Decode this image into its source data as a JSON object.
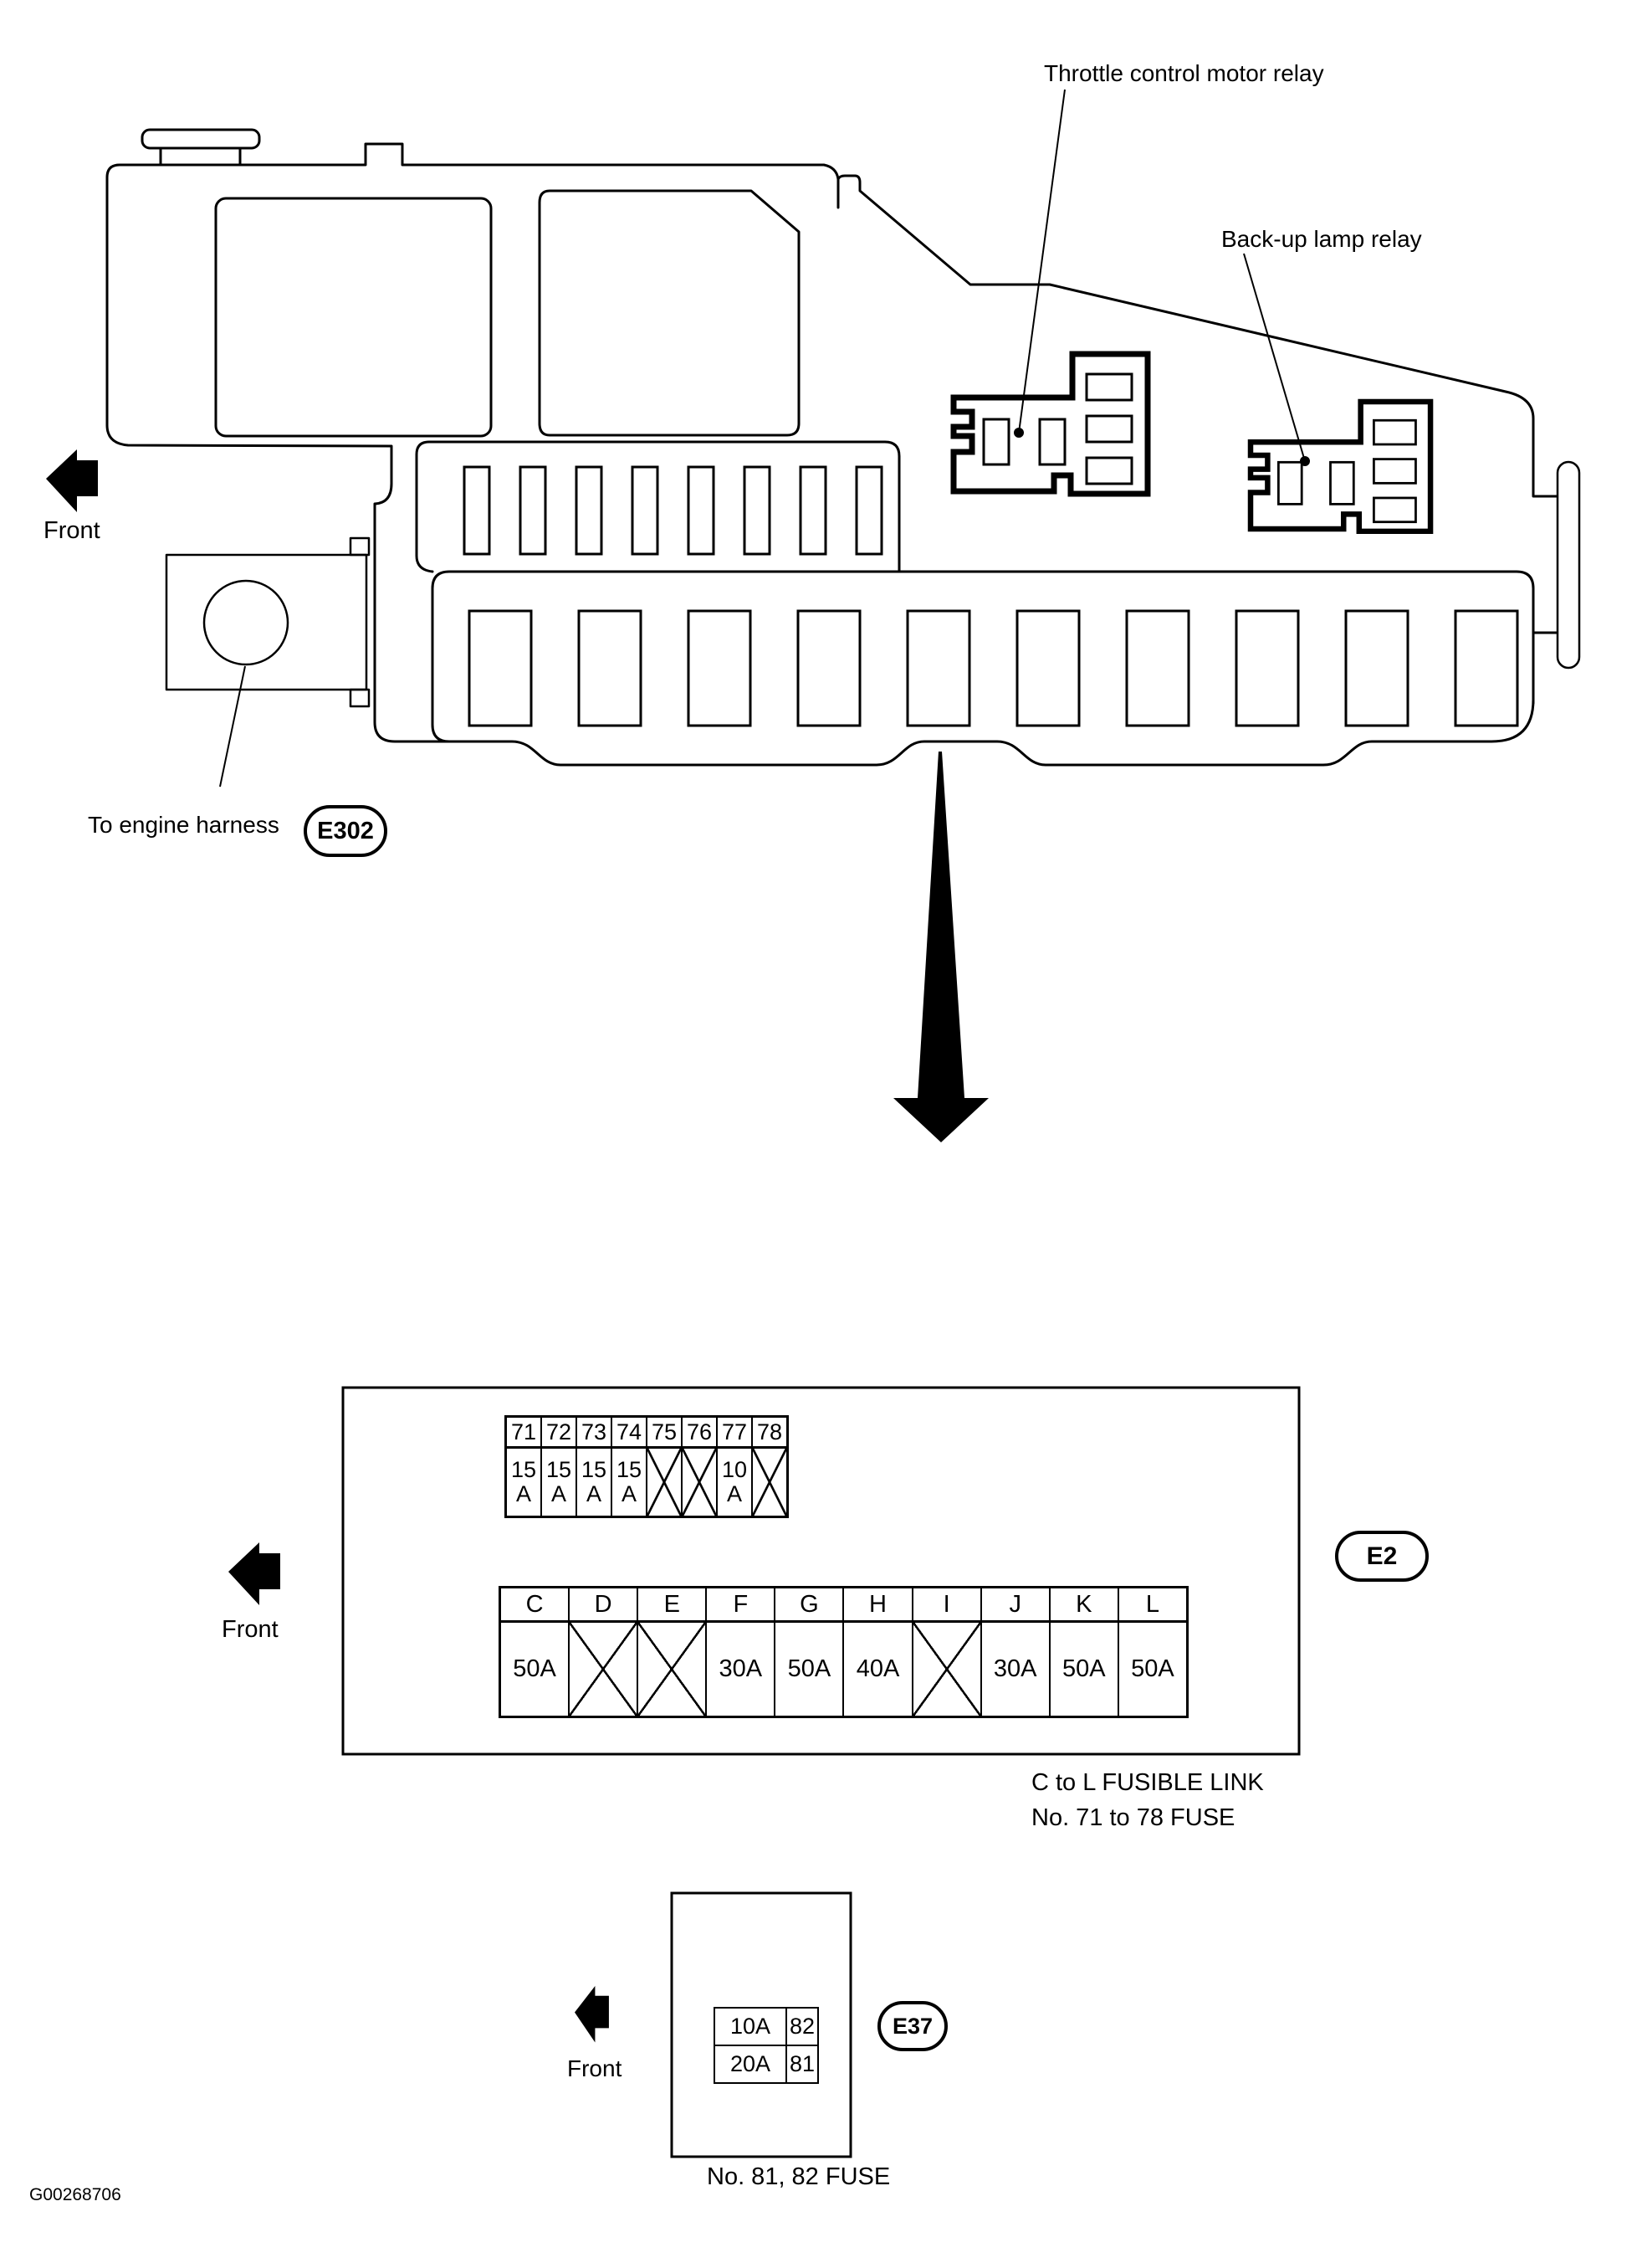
{
  "page": {
    "part_number": "G00268706",
    "background": "#ffffff",
    "line_color": "#000000"
  },
  "top_diagram": {
    "throttle_relay_label": "Throttle control motor relay",
    "backup_relay_label": "Back-up lamp relay",
    "front_label": "Front",
    "engine_harness_label": "To engine harness",
    "engine_harness_connector": "E302"
  },
  "e2_detail": {
    "connector": "E2",
    "front_label": "Front",
    "caption_line1": "C to L FUSIBLE LINK",
    "caption_line2": "No. 71 to 78 FUSE",
    "fuse_table": {
      "headers": [
        "71",
        "72",
        "73",
        "74",
        "75",
        "76",
        "77",
        "78"
      ],
      "values": [
        "15A",
        "15A",
        "15A",
        "15A",
        "X",
        "X",
        "10A",
        "X"
      ]
    },
    "fusible_link_table": {
      "headers": [
        "C",
        "D",
        "E",
        "F",
        "G",
        "H",
        "I",
        "J",
        "K",
        "L"
      ],
      "values": [
        "50A",
        "X",
        "X",
        "30A",
        "50A",
        "40A",
        "X",
        "30A",
        "50A",
        "50A"
      ]
    }
  },
  "e37_detail": {
    "connector": "E37",
    "front_label": "Front",
    "caption": "No. 81, 82 FUSE",
    "fuse_table": {
      "rows": [
        [
          "10A",
          "82"
        ],
        [
          "20A",
          "81"
        ]
      ]
    }
  }
}
